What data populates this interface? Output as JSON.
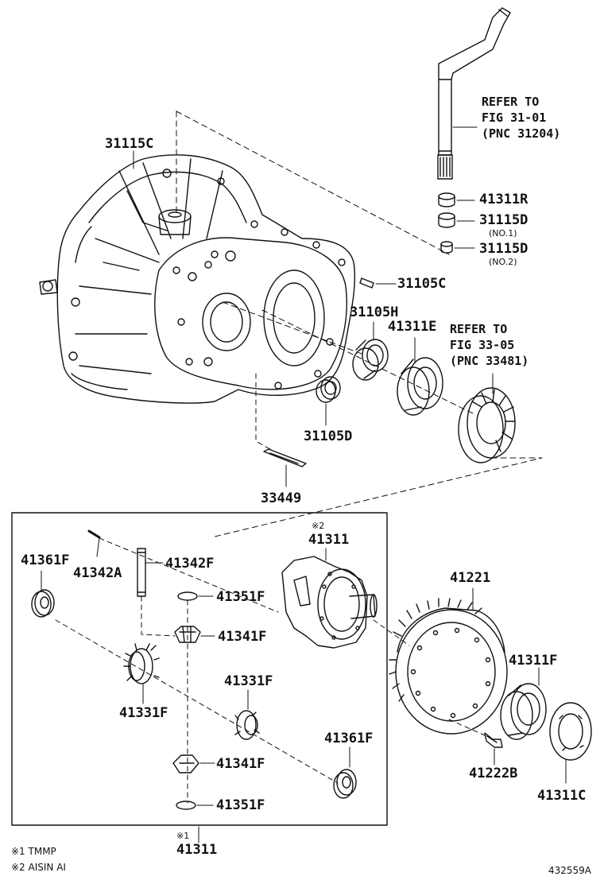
{
  "labels": {
    "p31115C": "31115C",
    "p41311R": "41311R",
    "p31115D_1": "31115D",
    "no1": "(NO.1)",
    "p31115D_2": "31115D",
    "no2": "(NO.2)",
    "p31105C": "31105C",
    "p31105H": "31105H",
    "p41311E": "41311E",
    "p31105D": "31105D",
    "p33449": "33449",
    "p41361F_a": "41361F",
    "p41342A": "41342A",
    "p41342F": "41342F",
    "p41351F_a": "41351F",
    "p41341F_a": "41341F",
    "p41331F_a": "41331F",
    "p41331F_b": "41331F",
    "p41361F_b": "41361F",
    "p41341F_b": "41341F",
    "p41351F_b": "41351F",
    "p41311_top": "41311",
    "p41311_bottom": "41311",
    "mark1": "※1",
    "mark2": "※2",
    "p41221": "41221",
    "p41311F": "41311F",
    "p41222B": "41222B",
    "p41311C": "41311C"
  },
  "refs": {
    "fig3101": [
      "REFER TO",
      "FIG 31-01",
      "(PNC 31204)"
    ],
    "fig3305": [
      "REFER TO",
      "FIG 33-05",
      "(PNC 33481)"
    ]
  },
  "footnotes": {
    "note1": "※1 TMMP",
    "note2": "※2 AISIN AI",
    "figure_id": "432559A"
  }
}
